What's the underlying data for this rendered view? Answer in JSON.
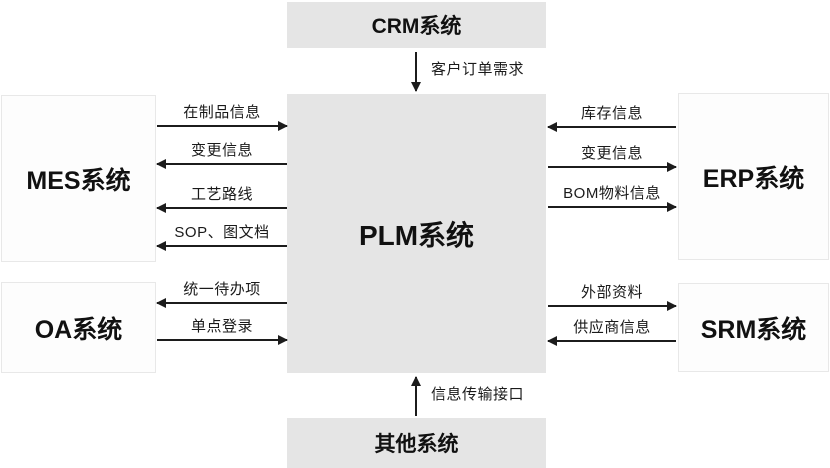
{
  "boxes": {
    "crm": {
      "label": "CRM系统"
    },
    "plm": {
      "label": "PLM系统"
    },
    "other": {
      "label": "其他系统"
    },
    "mes": {
      "label": "MES系统"
    },
    "oa": {
      "label": "OA系统"
    },
    "erp": {
      "label": "ERP系统"
    },
    "srm": {
      "label": "SRM系统"
    }
  },
  "flows": {
    "crm_plm": {
      "label": "客户订单需求",
      "direction": "crm→plm"
    },
    "other_plm": {
      "label": "信息传输接口",
      "direction": "other→plm"
    },
    "mes_plm": [
      {
        "label": "在制品信息",
        "direction": "mes→plm"
      },
      {
        "label": "变更信息",
        "direction": "plm→mes"
      },
      {
        "label": "工艺路线",
        "direction": "plm→mes"
      },
      {
        "label": "SOP、图文档",
        "direction": "plm→mes"
      }
    ],
    "oa_plm": [
      {
        "label": "统一待办项",
        "direction": "plm→oa"
      },
      {
        "label": "单点登录",
        "direction": "oa→plm"
      }
    ],
    "erp_plm": [
      {
        "label": "库存信息",
        "direction": "erp→plm"
      },
      {
        "label": "变更信息",
        "direction": "plm→erp"
      },
      {
        "label": "BOM物料信息",
        "direction": "plm→erp"
      }
    ],
    "srm_plm": [
      {
        "label": "外部资料",
        "direction": "plm→srm"
      },
      {
        "label": "供应商信息",
        "direction": "srm→plm"
      }
    ]
  },
  "colors": {
    "filled_box_bg": "#e5e5e5",
    "outline_box_bg": "#fdfdfd",
    "outline_box_border": "#e8e8e8",
    "arrow": "#1c1c1c",
    "text": "#111111",
    "background": "#ffffff"
  }
}
